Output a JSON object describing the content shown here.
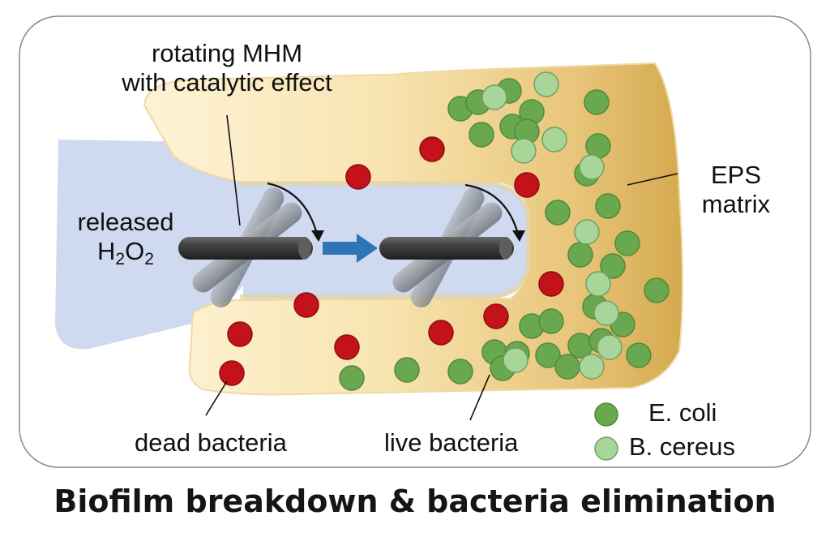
{
  "labels": {
    "rotating_line1": "rotating MHM",
    "rotating_line2": "with catalytic effect",
    "released": "released",
    "h2o2_h": "H",
    "h2o2_2a": "2",
    "h2o2_o": "O",
    "h2o2_2b": "2",
    "eps_line1": "EPS",
    "eps_line2": "matrix",
    "dead_bacteria": "dead bacteria",
    "live_bacteria": "live bacteria"
  },
  "legend": {
    "ecoli": "E. coli",
    "bcereus": "B. cereus"
  },
  "caption": "Biofilm breakdown & bacteria elimination",
  "colors": {
    "biofilm_light": "#fdf1cf",
    "biofilm_dark": "#d7ad56",
    "h2o2_region": "#cfdaf0",
    "dead": "#c4121b",
    "ecoli": "#6aa84f",
    "bcereus": "#a8d69a",
    "arrow": "#2e75b6",
    "rod": "#3a3a3a"
  }
}
